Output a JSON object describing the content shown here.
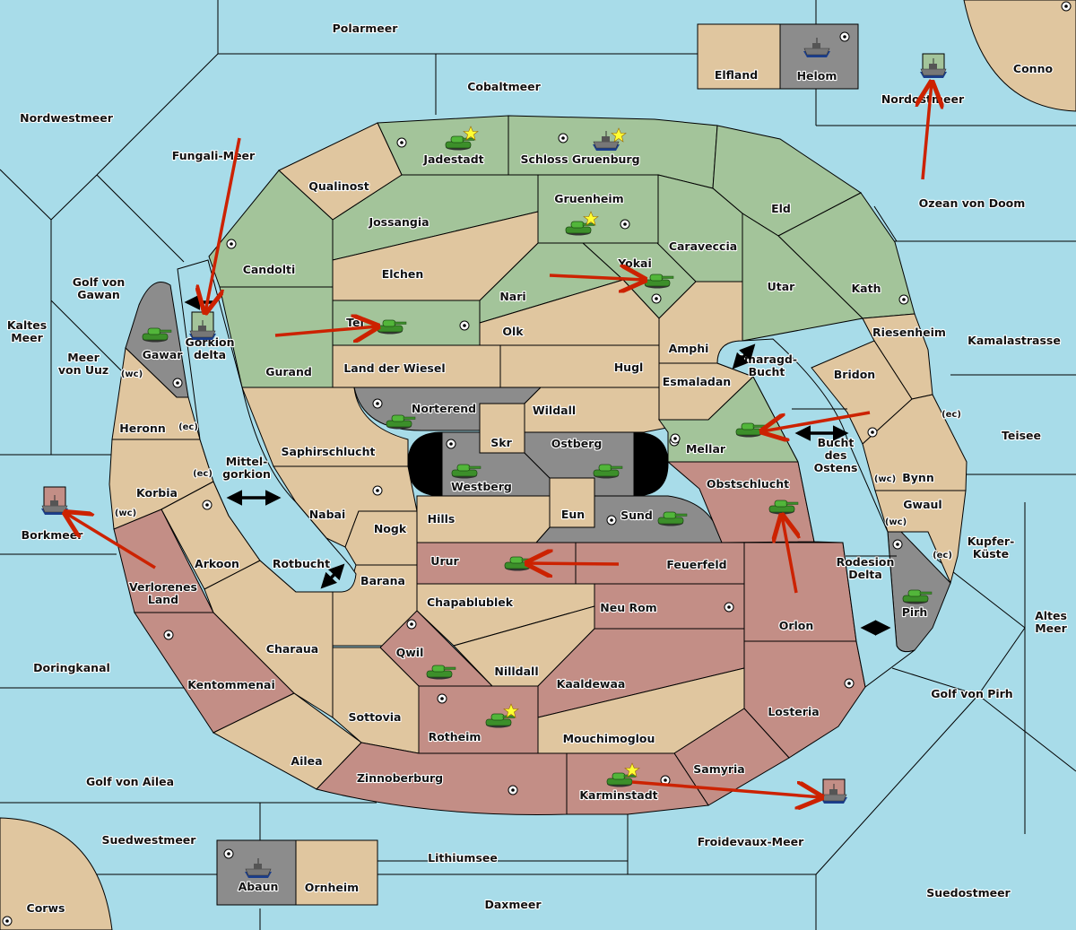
{
  "title": "Diplomacy variant map",
  "colors": {
    "sea": "#a8dce9",
    "neutral": "#e0c69f",
    "green_power": "#a3c49a",
    "red_power": "#c38e86",
    "gray_power": "#8c8c8c",
    "order_arrow": "#cc2200",
    "convoy_arrow": "#000000",
    "star": "#ffff33"
  },
  "sea_labels": [
    {
      "name": "Polarmeer"
    },
    {
      "name": "Cobaltmeer"
    },
    {
      "name": "Nordwestmeer"
    },
    {
      "name": "Fungali-Meer"
    },
    {
      "name": "Nordostmeer"
    },
    {
      "name": "Ozean von Doom"
    },
    {
      "name": "Golf von Gawan"
    },
    {
      "name": "Kaltes Meer"
    },
    {
      "name": "Meer von Uuz"
    },
    {
      "name": "Gorkion delta"
    },
    {
      "name": "Mittel-gorkion"
    },
    {
      "name": "Borkmeer"
    },
    {
      "name": "Rotbucht"
    },
    {
      "name": "Doringkanal"
    },
    {
      "name": "Golf von Ailea"
    },
    {
      "name": "Suedwestmeer"
    },
    {
      "name": "Lithiumsee"
    },
    {
      "name": "Daxmeer"
    },
    {
      "name": "Froidevaux-Meer"
    },
    {
      "name": "Suedostmeer"
    },
    {
      "name": "Golf von Pirh"
    },
    {
      "name": "Altes Meer"
    },
    {
      "name": "Kupfer-Küste"
    },
    {
      "name": "Teisee"
    },
    {
      "name": "Kamalastrasse"
    },
    {
      "name": "Smaragd-Bucht"
    },
    {
      "name": "Bucht des Ostens"
    },
    {
      "name": "Rodesion Delta"
    }
  ],
  "provinces": [
    {
      "name": "Elfland",
      "owner": "neutral"
    },
    {
      "name": "Helom",
      "owner": "gray",
      "supply": true
    },
    {
      "name": "Conno",
      "owner": "neutral",
      "supply": true
    },
    {
      "name": "Jadestadt",
      "owner": "green",
      "supply": true
    },
    {
      "name": "Schloss Gruenburg",
      "owner": "green",
      "supply": true
    },
    {
      "name": "Qualinost",
      "owner": "neutral"
    },
    {
      "name": "Jossangia",
      "owner": "green"
    },
    {
      "name": "Gruenheim",
      "owner": "green",
      "supply": true
    },
    {
      "name": "Eld",
      "owner": "green"
    },
    {
      "name": "Candolti",
      "owner": "green",
      "supply": true
    },
    {
      "name": "Elchen",
      "owner": "neutral"
    },
    {
      "name": "Caraveccia",
      "owner": "green"
    },
    {
      "name": "Yokai",
      "owner": "green",
      "supply": true
    },
    {
      "name": "Nari",
      "owner": "green"
    },
    {
      "name": "Utar",
      "owner": "green"
    },
    {
      "name": "Kath",
      "owner": "green",
      "supply": true
    },
    {
      "name": "Tel",
      "owner": "green",
      "supply": true
    },
    {
      "name": "Olk",
      "owner": "neutral"
    },
    {
      "name": "Gurand",
      "owner": "green"
    },
    {
      "name": "Land der Wiesel",
      "owner": "neutral"
    },
    {
      "name": "Hugl",
      "owner": "neutral"
    },
    {
      "name": "Amphi",
      "owner": "neutral"
    },
    {
      "name": "Esmaladan",
      "owner": "neutral"
    },
    {
      "name": "Riesenheim",
      "owner": "neutral"
    },
    {
      "name": "Bridon",
      "owner": "neutral",
      "supply": true
    },
    {
      "name": "Gawar",
      "owner": "gray",
      "supply": true
    },
    {
      "name": "Heronn",
      "owner": "neutral"
    },
    {
      "name": "Korbia",
      "owner": "neutral"
    },
    {
      "name": "Norterend",
      "owner": "gray",
      "supply": true
    },
    {
      "name": "Wildall",
      "owner": "neutral"
    },
    {
      "name": "Skr",
      "owner": "neutral"
    },
    {
      "name": "Westberg",
      "owner": "gray",
      "supply": true
    },
    {
      "name": "Ostberg",
      "owner": "gray",
      "supply": true
    },
    {
      "name": "Mellar",
      "owner": "green",
      "supply": true
    },
    {
      "name": "Saphirschlucht",
      "owner": "neutral"
    },
    {
      "name": "Nabai",
      "owner": "neutral",
      "supply": true
    },
    {
      "name": "Hills",
      "owner": "neutral"
    },
    {
      "name": "Eun",
      "owner": "neutral"
    },
    {
      "name": "Sund",
      "owner": "gray",
      "supply": true
    },
    {
      "name": "Obstschlucht",
      "owner": "red"
    },
    {
      "name": "Bynn",
      "owner": "neutral"
    },
    {
      "name": "Gwaul",
      "owner": "neutral"
    },
    {
      "name": "Pirh",
      "owner": "gray",
      "supply": true
    },
    {
      "name": "Arkoon",
      "owner": "neutral",
      "supply": true
    },
    {
      "name": "Nogk",
      "owner": "neutral"
    },
    {
      "name": "Barana",
      "owner": "neutral"
    },
    {
      "name": "Urur",
      "owner": "red"
    },
    {
      "name": "Feuerfeld",
      "owner": "red"
    },
    {
      "name": "Verlorenes Land",
      "owner": "red"
    },
    {
      "name": "Chapablublek",
      "owner": "neutral"
    },
    {
      "name": "Neu Rom",
      "owner": "red",
      "supply": true
    },
    {
      "name": "Orlon",
      "owner": "red"
    },
    {
      "name": "Qwil",
      "owner": "red",
      "supply": true
    },
    {
      "name": "Nilldall",
      "owner": "neutral"
    },
    {
      "name": "Charaua",
      "owner": "neutral"
    },
    {
      "name": "Kentommenai",
      "owner": "red",
      "supply": true
    },
    {
      "name": "Kaaldewaa",
      "owner": "red"
    },
    {
      "name": "Losteria",
      "owner": "red",
      "supply": true
    },
    {
      "name": "Sottovia",
      "owner": "neutral"
    },
    {
      "name": "Rotheim",
      "owner": "red",
      "supply": true
    },
    {
      "name": "Mouchimoglou",
      "owner": "neutral"
    },
    {
      "name": "Ailea",
      "owner": "neutral"
    },
    {
      "name": "Zinnoberburg",
      "owner": "red",
      "supply": true
    },
    {
      "name": "Samyria",
      "owner": "red"
    },
    {
      "name": "Karminstadt",
      "owner": "red",
      "supply": true
    },
    {
      "name": "Abaun",
      "owner": "gray",
      "supply": true
    },
    {
      "name": "Ornheim",
      "owner": "neutral"
    },
    {
      "name": "Corws",
      "owner": "neutral",
      "supply": true
    }
  ],
  "coast_labels": [
    "(wc)",
    "(ec)",
    "(ec)",
    "(wc)",
    "(ec)",
    "(wc)",
    "(wc)",
    "(ec)"
  ],
  "units": [
    {
      "type": "army",
      "province": "Jadestadt",
      "owner": "green",
      "home_star": true
    },
    {
      "type": "fleet",
      "province": "Schloss Gruenburg",
      "owner": "gray",
      "home_star": true
    },
    {
      "type": "army",
      "province": "Gruenheim",
      "owner": "green",
      "home_star": true
    },
    {
      "type": "army",
      "province": "Yokai",
      "owner": "green"
    },
    {
      "type": "army",
      "province": "Tel",
      "owner": "green"
    },
    {
      "type": "fleet",
      "province": "Helom",
      "owner": "gray"
    },
    {
      "type": "fleet",
      "province": "Nordostmeer",
      "owner": "green",
      "dislodged": true
    },
    {
      "type": "army",
      "province": "Gawar",
      "owner": "green"
    },
    {
      "type": "fleet",
      "province": "Gorkion delta",
      "owner": "green",
      "dislodged": true
    },
    {
      "type": "fleet",
      "province": "Borkmeer",
      "owner": "red",
      "dislodged": true
    },
    {
      "type": "army",
      "province": "Norterend",
      "owner": "green"
    },
    {
      "type": "army",
      "province": "Westberg",
      "owner": "green"
    },
    {
      "type": "army",
      "province": "Ostberg",
      "owner": "green"
    },
    {
      "type": "army",
      "province": "Sund",
      "owner": "green"
    },
    {
      "type": "army",
      "province": "Mellar",
      "owner": "green"
    },
    {
      "type": "army",
      "province": "Obstschlucht",
      "owner": "green"
    },
    {
      "type": "army",
      "province": "Pirh",
      "owner": "green"
    },
    {
      "type": "army",
      "province": "Urur",
      "owner": "green"
    },
    {
      "type": "army",
      "province": "Qwil",
      "owner": "green"
    },
    {
      "type": "army",
      "province": "Rotheim",
      "owner": "green",
      "home_star": true
    },
    {
      "type": "army",
      "province": "Karminstadt",
      "owner": "green",
      "home_star": true
    },
    {
      "type": "fleet",
      "province": "Froidevaux-Meer",
      "owner": "red",
      "dislodged": true
    },
    {
      "type": "fleet",
      "province": "Abaun",
      "owner": "gray"
    }
  ],
  "orders": [
    {
      "from": "Fungali-Meer",
      "to": "Gorkion delta"
    },
    {
      "from": "Ozean von Doom",
      "to": "Nordostmeer"
    },
    {
      "from": "Gurand",
      "to": "Tel"
    },
    {
      "from": "Nari",
      "to": "Yokai"
    },
    {
      "from": "Verlorenes Land",
      "to": "Borkmeer"
    },
    {
      "from": "Bridon",
      "to": "Mellar"
    },
    {
      "from": "Feuerfeld",
      "to": "Urur"
    },
    {
      "from": "Orlon",
      "to": "Obstschlucht"
    },
    {
      "from": "Karminstadt",
      "to": "Froidevaux-Meer"
    }
  ],
  "canal_links": [
    "Gorkion delta",
    "Mittel-gorkion",
    "Rotbucht",
    "Smaragd-Bucht",
    "Bucht des Ostens",
    "Rodesion Delta"
  ]
}
